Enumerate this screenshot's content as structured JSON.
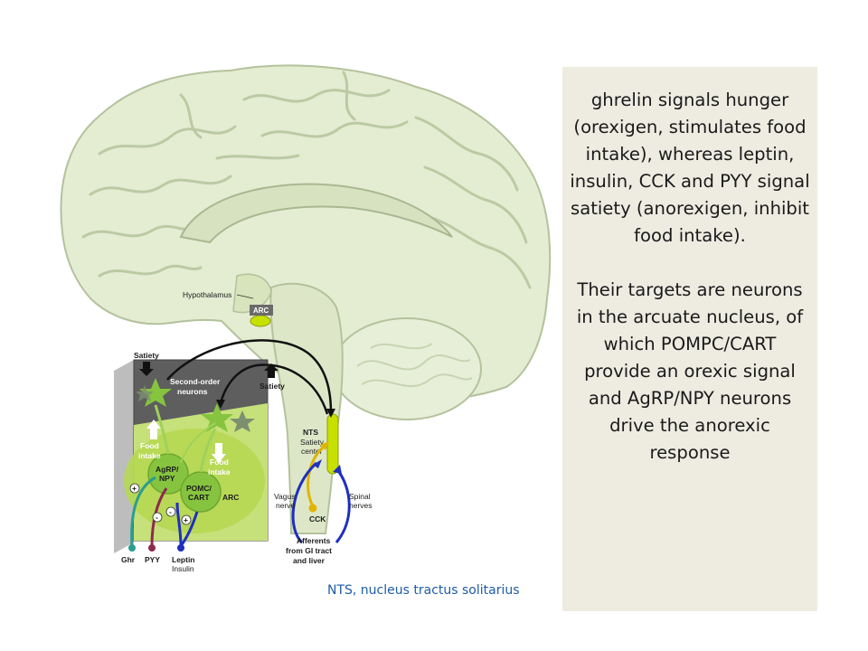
{
  "panel": {
    "para1": "ghrelin signals hunger (orexigen, stimulates food intake), whereas leptin, insulin, CCK and PYY signal satiety (anorexigen, inhibit food intake).",
    "para2": "Their targets are neurons in the arcuate nucleus, of which POMPC/CART provide an orexic signal and AgRP/NPY neurons drive the anorexic response"
  },
  "caption": "NTS, nucleus tractus solitarius",
  "labels": {
    "hypothalamus": "Hypothalamus",
    "arc": "ARC",
    "satiety_left": "Satiety",
    "satiety_right": "Satiety",
    "second_order_1": "Second-order",
    "second_order_2": "neurons",
    "food_intake_up_1": "Food",
    "food_intake_up_2": "intake",
    "food_intake_down_1": "Food",
    "food_intake_down_2": "intake",
    "agrp_1": "AgRP/",
    "agrp_2": "NPY",
    "pomc_1": "POMC/",
    "pomc_2": "CART",
    "arc_box": "ARC",
    "plus": "+",
    "minus": "-",
    "ghr": "Ghr",
    "pyy": "PYY",
    "leptin": "Leptin",
    "insulin": "Insulin",
    "nts": "NTS",
    "satiety_center_1": "Satiety",
    "satiety_center_2": "center",
    "vagus_1": "Vagus",
    "vagus_2": "nerve",
    "spinal_1": "Spinal",
    "spinal_2": "nerves",
    "cck": "CCK",
    "afferents_1": "Afferents",
    "afferents_2": "from GI tract",
    "afferents_3": "and liver"
  },
  "colors": {
    "brain_fill": "#e4ecd2",
    "brain_stroke": "#b4c29c",
    "sulcus": "#bccaa4",
    "highlight_green": "#c8e000",
    "arc_green": "#a9d33a",
    "neuron_green": "#86c440",
    "ghr_teal": "#2a9d8f",
    "pyy_maroon": "#8e2a4e",
    "leptin_blue": "#1f2fbf",
    "vagus_gold": "#e0b400",
    "panel_bg": "#eeece1",
    "caption_blue": "#1f5ca8"
  }
}
